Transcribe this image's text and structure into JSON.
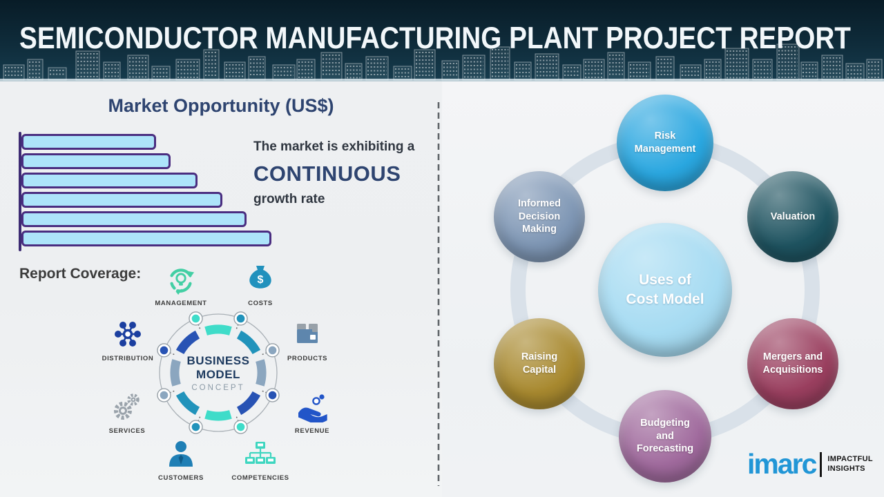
{
  "header": {
    "title": "SEMICONDUCTOR MANUFACTURING PLANT PROJECT REPORT",
    "background_color": "#0f2c3b",
    "title_color": "#f2f7fa"
  },
  "left_panel": {
    "section_title": "Market Opportunity (US$)",
    "growth_statement": {
      "line1": "The market is exhibiting a",
      "highlight": "CONTINUOUS",
      "line2": "growth rate"
    },
    "coverage_title": "Report Coverage:",
    "business_model": {
      "title_line1": "BUSINESS",
      "title_line2": "MODEL",
      "subtitle": "CONCEPT",
      "ring_colors": [
        "#2193bb",
        "#8ba6bf",
        "#2853b4",
        "#3fdcc9"
      ],
      "node_colors": [
        "#2853b4",
        "#3fdcc9",
        "#2193bb",
        "#8ba6bf",
        "#2853b4",
        "#3fdcc9",
        "#2193bb",
        "#8ba6bf"
      ]
    },
    "coverage_items": [
      {
        "label": "MANAGEMENT",
        "icon": "management-cycle-icon",
        "color": "#43cfa4"
      },
      {
        "label": "COSTS",
        "icon": "money-bag-icon",
        "color": "#2191bd"
      },
      {
        "label": "DISTRIBUTION",
        "icon": "network-icon",
        "color": "#1b3fa0"
      },
      {
        "label": "PRODUCTS",
        "icon": "product-box-icon",
        "color": "#5e86ad"
      },
      {
        "label": "SERVICES",
        "icon": "gears-icon",
        "color": "#9aa3ab"
      },
      {
        "label": "REVENUE",
        "icon": "hand-coins-icon",
        "color": "#2255c8"
      },
      {
        "label": "CUSTOMERS",
        "icon": "person-icon",
        "color": "#1f7fb5"
      },
      {
        "label": "COMPETENCIES",
        "icon": "org-chart-icon",
        "color": "#3fd6c0"
      }
    ]
  },
  "chart_data": {
    "type": "bar",
    "orientation": "horizontal",
    "title": "Market Opportunity (US$)",
    "values": [
      53,
      59,
      70,
      80,
      90,
      100
    ],
    "value_note": "relative bar lengths (top to bottom), no numeric tick labels shown",
    "annotation": "The market is exhibiting a CONTINUOUS growth rate",
    "bar_fill": "#ade4fa",
    "bar_border": "#4a2d80",
    "axis_color": "#3d2b73",
    "gridlines": false,
    "legend": false
  },
  "right_panel": {
    "center": {
      "line1": "Uses of",
      "line2": "Cost Model",
      "color": "#a6dbf2"
    },
    "ring_color": "#d9e1e9",
    "nodes": [
      {
        "label": "Risk Management",
        "color": "#2aa7e0"
      },
      {
        "label": "Valuation",
        "color": "#1e5360"
      },
      {
        "label": "Informed Decision Making",
        "color": "#7e96b4"
      },
      {
        "label": "Mergers and Acquisitions",
        "color": "#9a3f5f"
      },
      {
        "label": "Raising Capital",
        "color": "#a8892f"
      },
      {
        "label": "Budgeting and Forecasting",
        "color": "#a06a9d"
      }
    ]
  },
  "footer": {
    "brand": "imarc",
    "brand_color": "#2196d6",
    "tagline_line1": "IMPACTFUL",
    "tagline_line2": "INSIGHTS"
  }
}
